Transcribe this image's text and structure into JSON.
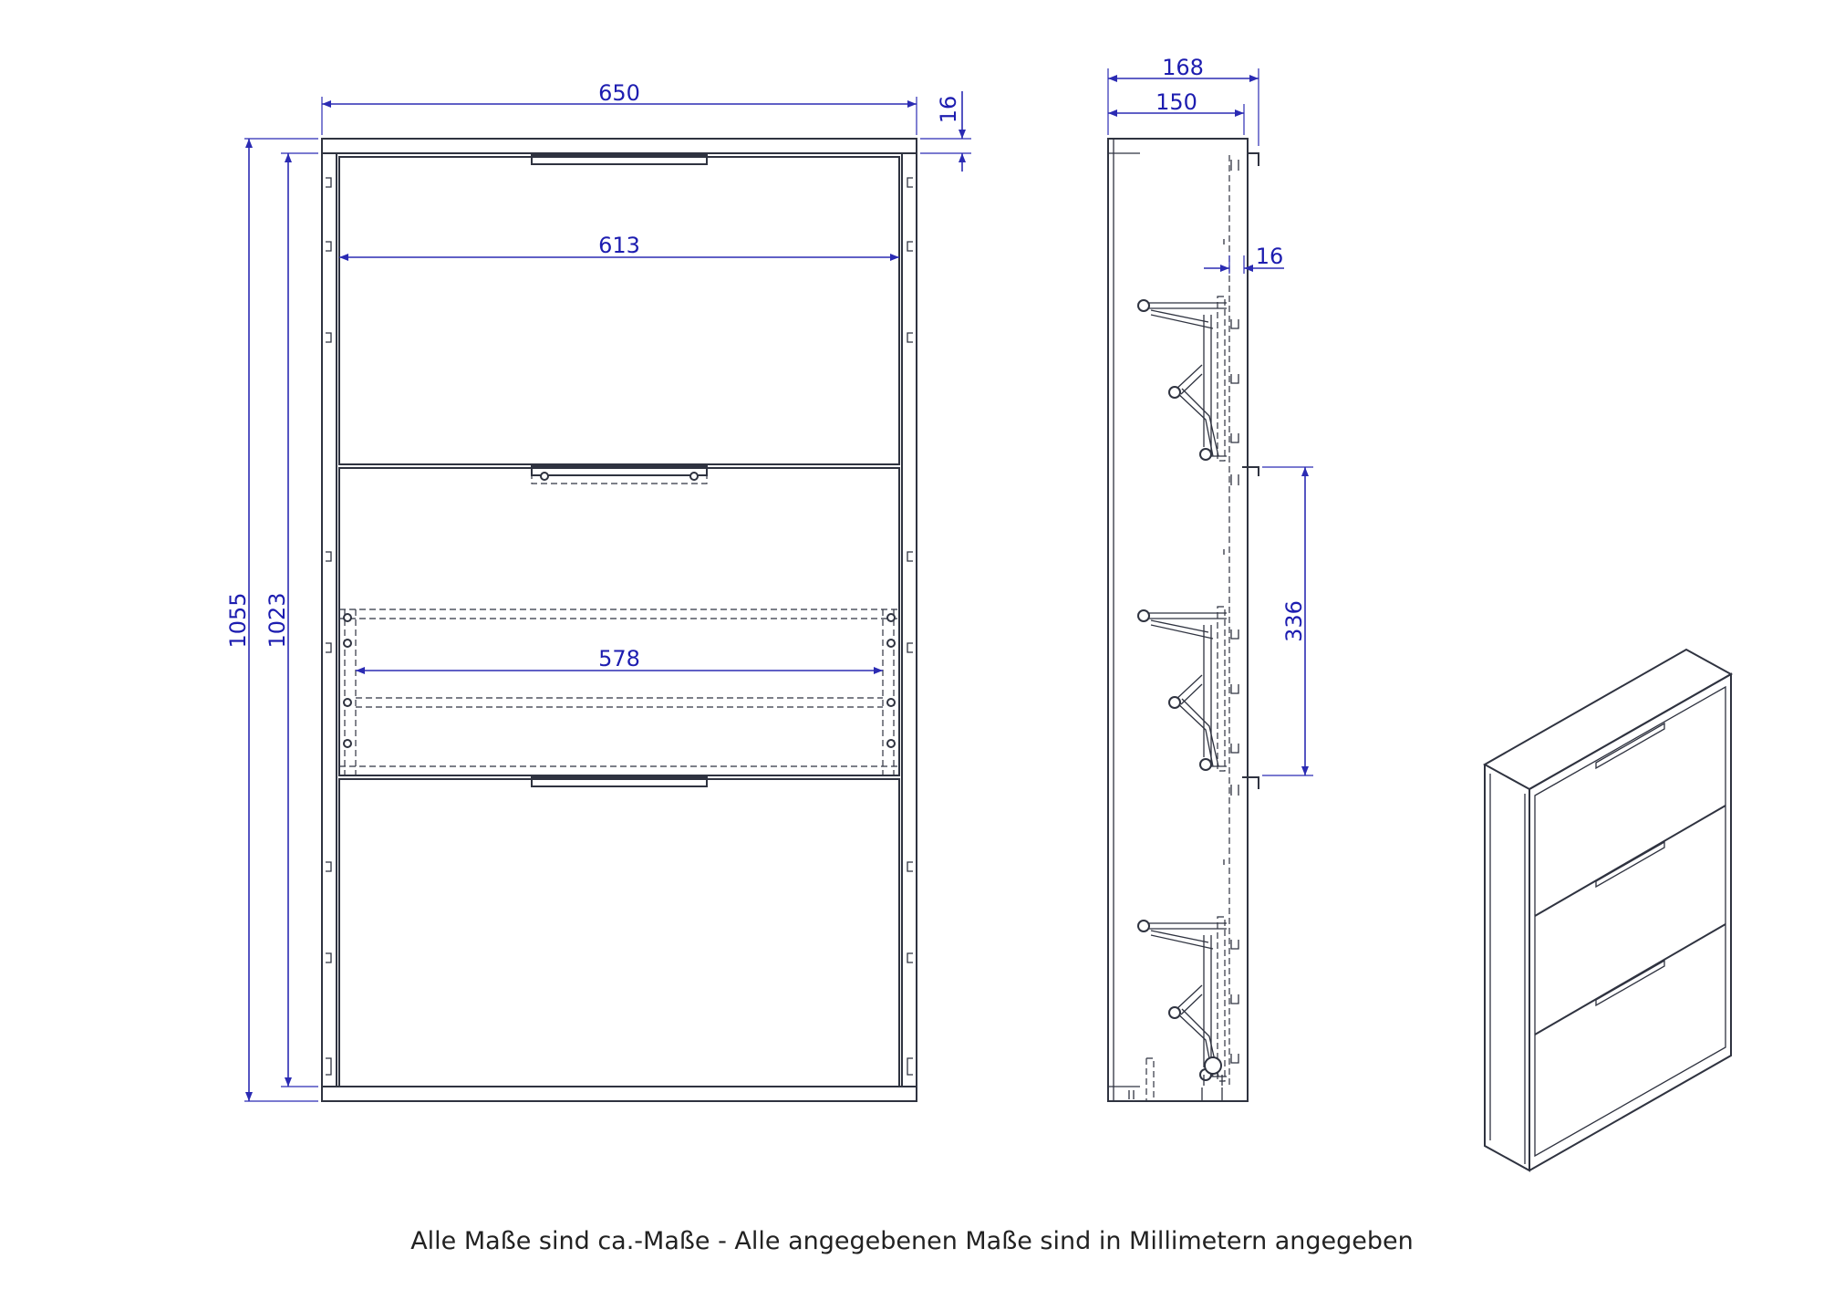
{
  "drawing": {
    "front_view": {
      "width_outer": "650",
      "top_panel_thickness": "16",
      "height_outer": "1055",
      "height_inner": "1023",
      "flap_width": "613",
      "insert_width": "578"
    },
    "side_view": {
      "depth_outer": "168",
      "depth_body": "150",
      "back_thickness": "16",
      "compartment_height": "336"
    },
    "isometric_view": {}
  },
  "caption": "Alle Maße sind ca.-Maße - Alle angegebenen Maße sind in Millimetern angegeben",
  "colors": {
    "line": "#2f3340",
    "dimension": "#2b2bb3"
  }
}
